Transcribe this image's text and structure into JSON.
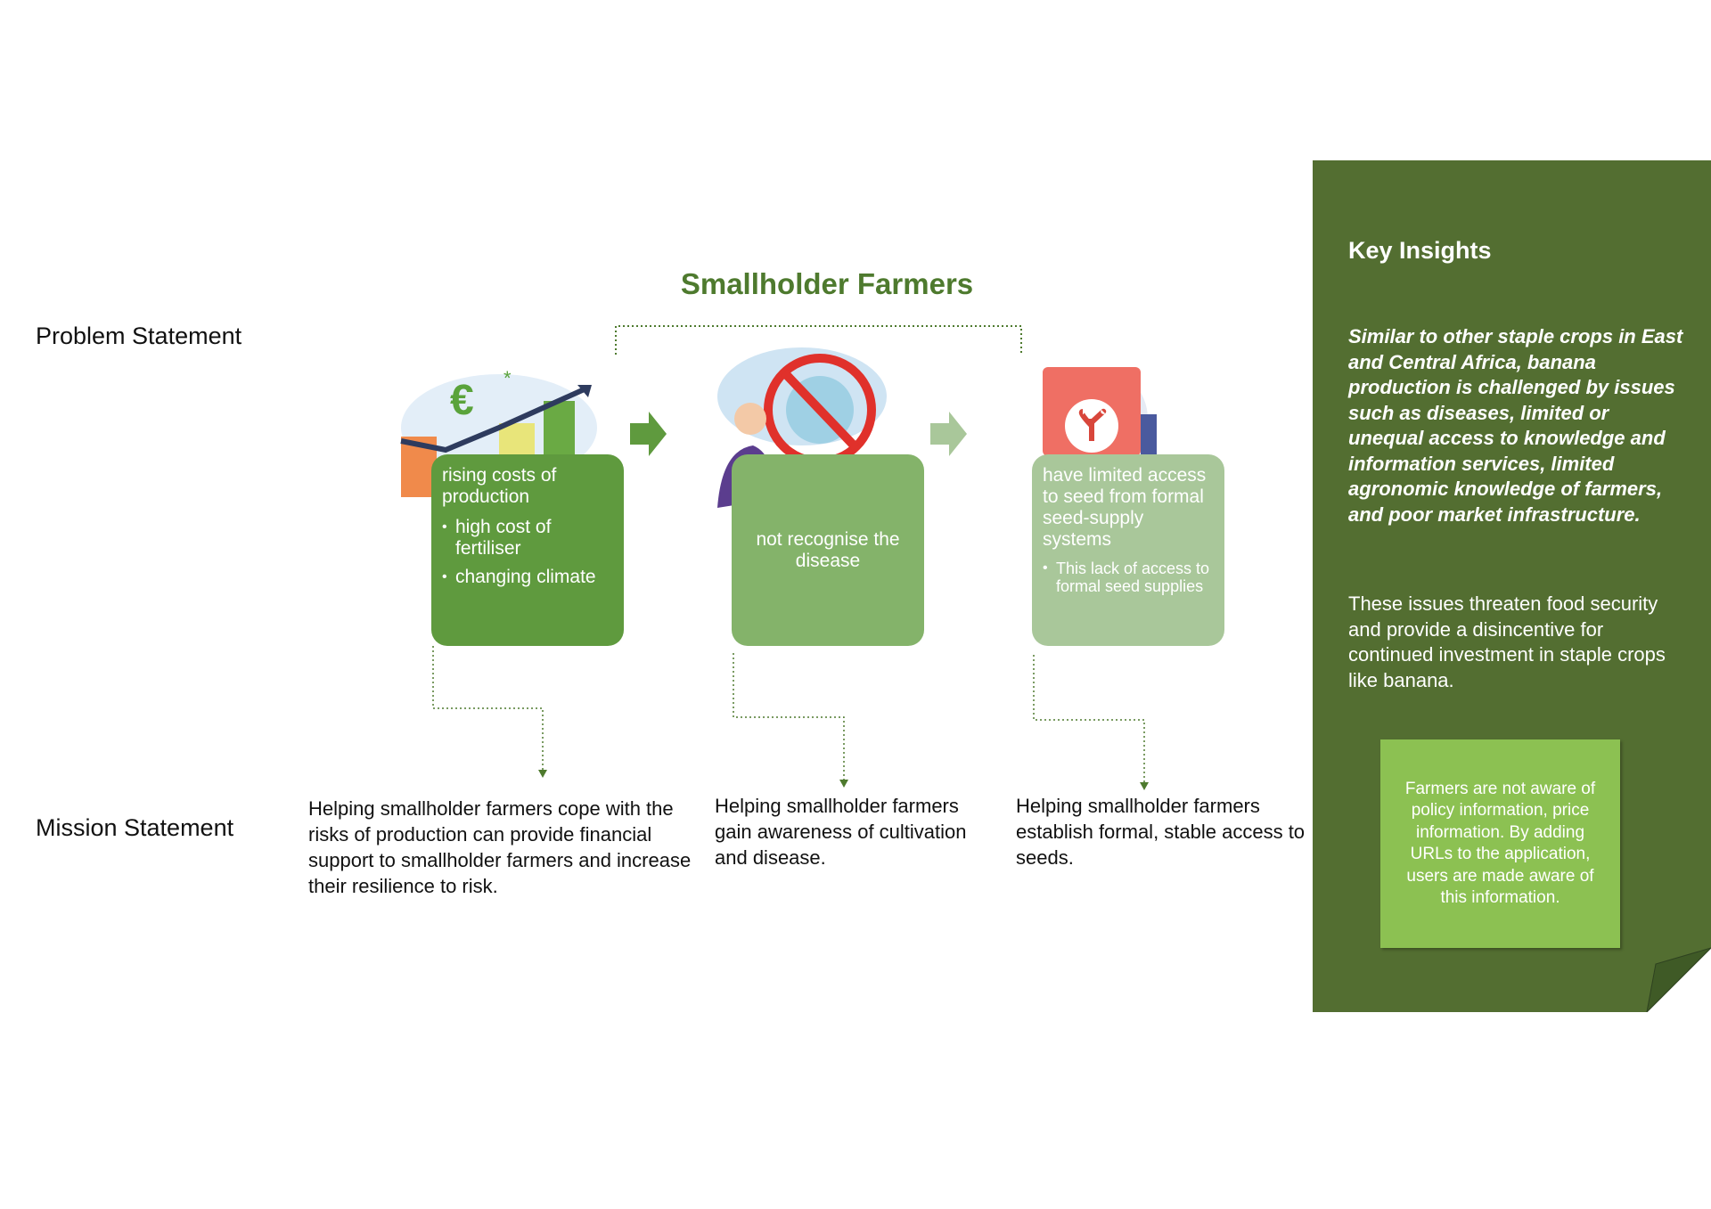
{
  "title": "Smallholder Farmers",
  "labels": {
    "problem": "Problem Statement",
    "mission": "Mission Statement"
  },
  "problems": [
    {
      "heading": "rising costs of production",
      "bullets": [
        "high cost of fertiliser",
        "changing climate"
      ],
      "icon": "rising-costs-illustration"
    },
    {
      "heading": "not recognise the disease",
      "bullets": [],
      "icon": "no-disease-illustration"
    },
    {
      "heading": "have limited access to seed from formal seed-supply systems",
      "bullets": [
        "This lack of access to formal seed supplies"
      ],
      "icon": "seed-bag-illustration"
    }
  ],
  "missions": [
    "Helping smallholder farmers cope with the risks of production can provide financial support to smallholder farmers and increase their resilience to risk.",
    "Helping smallholder farmers gain awareness of cultivation and disease.",
    "Helping smallholder farmers establish formal, stable access to seeds."
  ],
  "insights": {
    "title": "Key Insights",
    "paragraph1": "Similar to other staple crops in East and Central Africa, banana production is challenged by issues such as diseases, limited or unequal access to knowledge and information services, limited agronomic knowledge of farmers, and poor market infrastructure.",
    "paragraph2": "These issues threaten food security and provide a disincentive for continued investment in staple crops like banana.",
    "note": "Farmers are not aware of policy information, price information. By adding URLs to the application, users are made aware of this information."
  },
  "colors": {
    "dark": "#5f9a3e",
    "mid": "#84b36a",
    "light": "#a9c79a",
    "panel": "#536e31",
    "note": "#8cc152",
    "title": "#4e7a2e"
  }
}
